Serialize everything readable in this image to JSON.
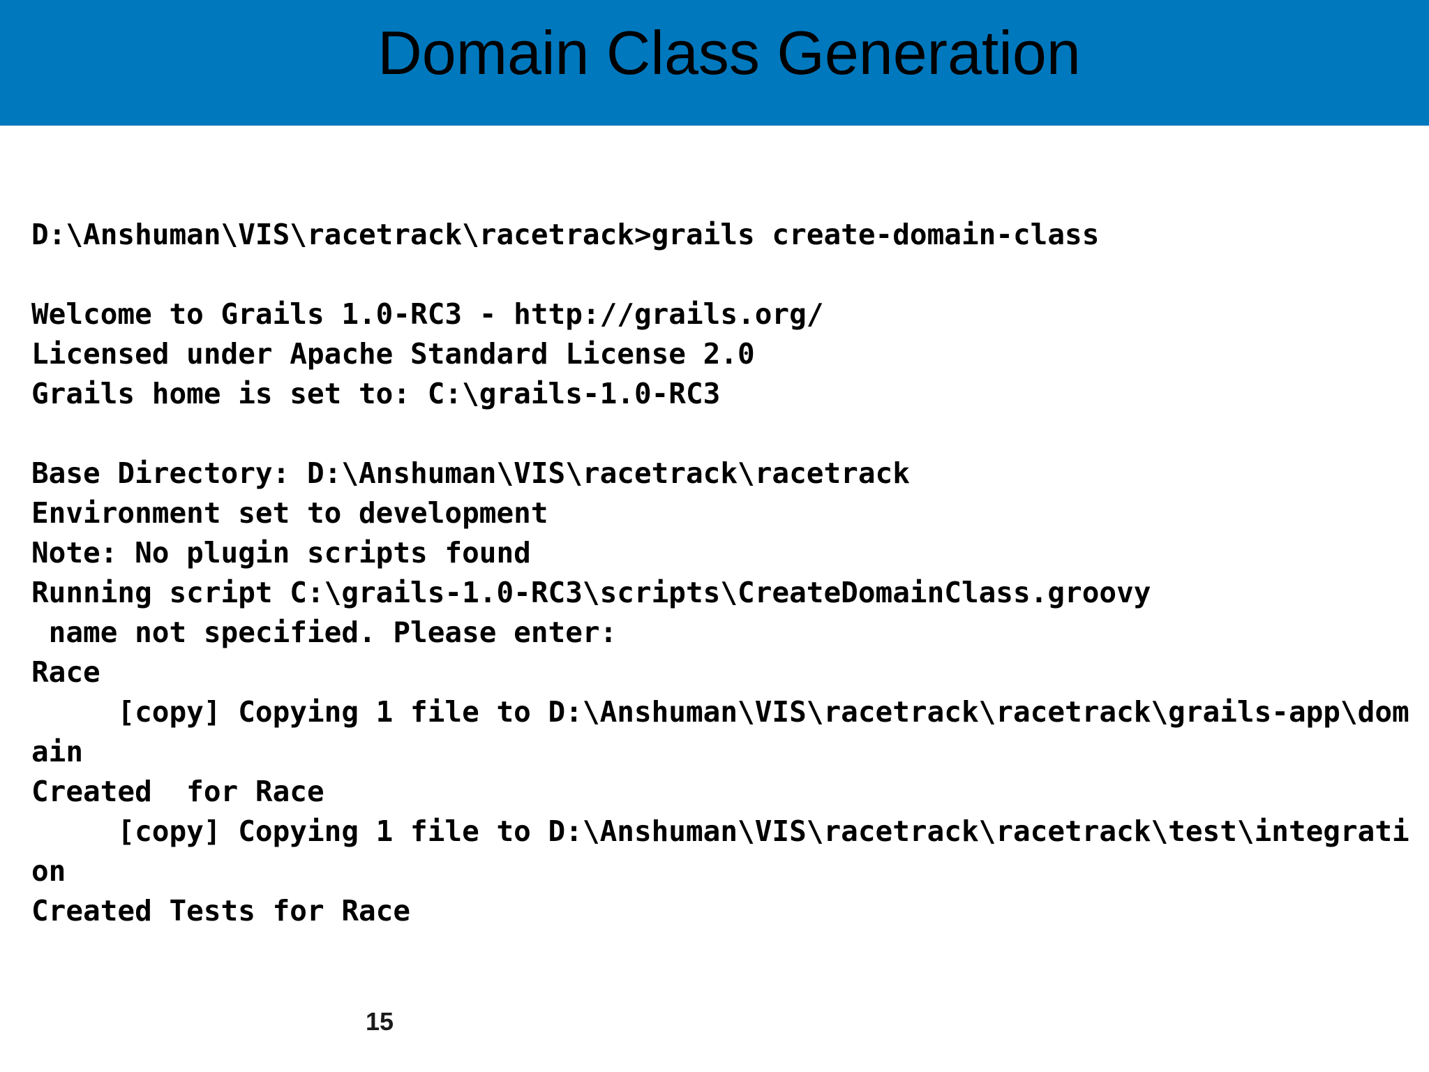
{
  "slide": {
    "title": "Domain Class Generation",
    "page_number": "15"
  },
  "colors": {
    "header_bg": "#0078be",
    "header_text": "#000000",
    "terminal_text": "#000000",
    "slide_bg": "#ffffff"
  },
  "terminal": {
    "lines": [
      "D:\\Anshuman\\VIS\\racetrack\\racetrack>grails create-domain-class",
      "",
      "Welcome to Grails 1.0-RC3 - http://grails.org/",
      "Licensed under Apache Standard License 2.0",
      "Grails home is set to: C:\\grails-1.0-RC3",
      "",
      "Base Directory: D:\\Anshuman\\VIS\\racetrack\\racetrack",
      "Environment set to development",
      "Note: No plugin scripts found",
      "Running script C:\\grails-1.0-RC3\\scripts\\CreateDomainClass.groovy",
      " name not specified. Please enter:",
      "Race",
      "     [copy] Copying 1 file to D:\\Anshuman\\VIS\\racetrack\\racetrack\\grails-app\\dom",
      "ain",
      "Created  for Race",
      "     [copy] Copying 1 file to D:\\Anshuman\\VIS\\racetrack\\racetrack\\test\\integrati",
      "on",
      "Created Tests for Race"
    ]
  }
}
